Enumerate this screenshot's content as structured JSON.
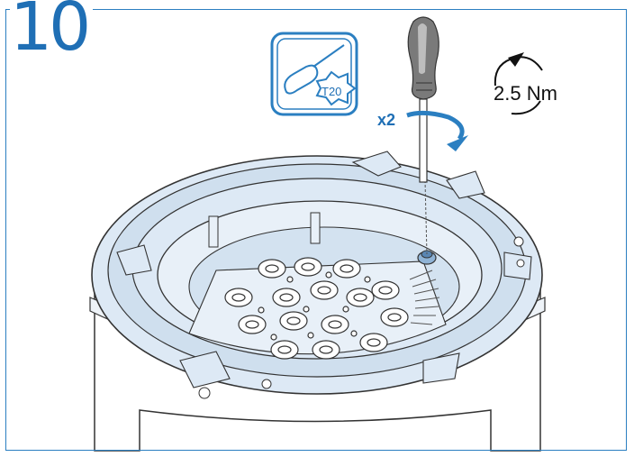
{
  "step": {
    "number": "10"
  },
  "tool": {
    "icon": "screwdriver-torx-icon",
    "bit_label": "T20"
  },
  "instruction": {
    "repeat_count": "x2",
    "torque": "2.5 Nm"
  },
  "colors": {
    "accent": "#1f6fb5",
    "part_fill": "#dde9f5",
    "part_stroke": "#333333"
  }
}
